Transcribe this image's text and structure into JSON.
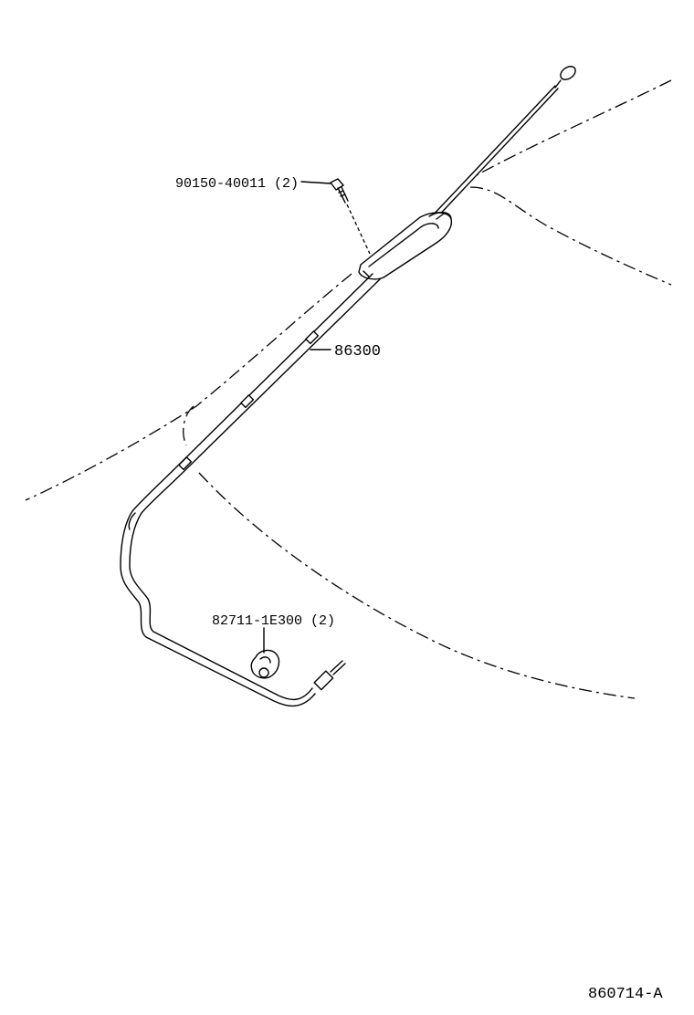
{
  "diagram": {
    "callouts": {
      "screw": "90150-40011 (2)",
      "antenna": "86300",
      "clamp": "82711-1E300 (2)"
    },
    "figure_code": "860714-A"
  }
}
